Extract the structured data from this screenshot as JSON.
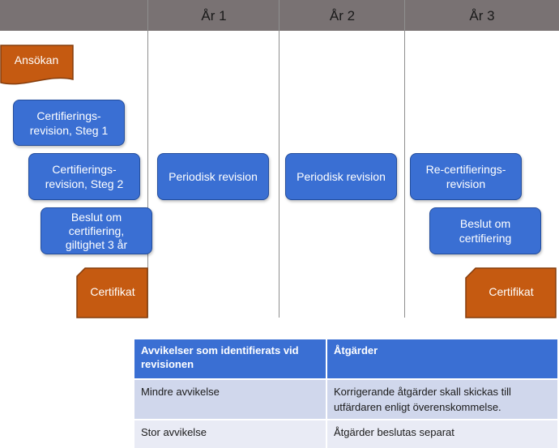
{
  "years": [
    "År 1",
    "År 2",
    "År 3"
  ],
  "nodes": {
    "application": "Ansökan",
    "cert_audit_1": "Certifierings-\nrevision, Steg 1",
    "cert_audit_2": "Certifierings-\nrevision, Steg 2",
    "decision_initial": "Beslut om\ncertifiering,\ngiltighet 3 år",
    "certificate_initial": "Certifikat",
    "periodic_1": "Periodisk revision",
    "periodic_2": "Periodisk revision",
    "recert_audit": "Re-certifierings-\nrevision",
    "decision_recert": "Beslut om\ncertifiering",
    "certificate_recert": "Certifikat"
  },
  "table": {
    "headers": [
      "Avvikelser som identifierats vid revisionen",
      "Åtgärder"
    ],
    "rows": [
      [
        "Mindre avvikelse",
        "Korrigerande åtgärder skall skickas till utfärdaren enligt överenskommelse."
      ],
      [
        "Stor avvikelse",
        "Åtgärder beslutas separat"
      ]
    ]
  },
  "colors": {
    "header_band": "#797273",
    "process_box": "#3a6fd3",
    "document_shape": "#c55a11",
    "row_light": "#d0d7ec",
    "row_lighter": "#e9ebf5"
  }
}
